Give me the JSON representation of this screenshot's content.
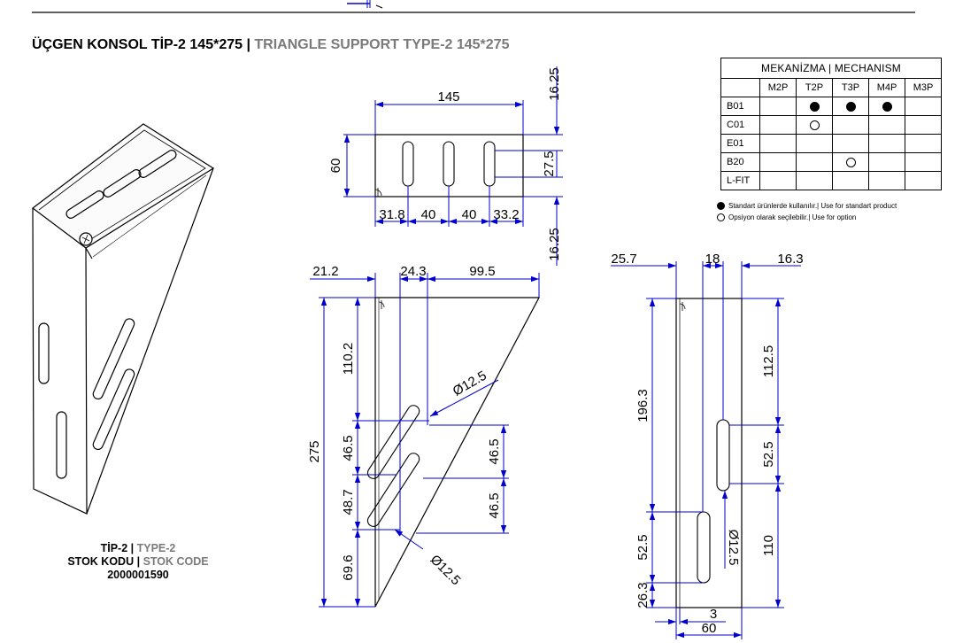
{
  "title": {
    "tr": "ÜÇGEN KONSOL TİP-2 145*275",
    "separator": " | ",
    "en": "TRIANGLE SUPPORT TYPE-2 145*275"
  },
  "mechanism_table": {
    "header": "MEKANİZMA | MECHANISM",
    "columns": [
      "M2P",
      "T2P",
      "T3P",
      "M4P",
      "M3P"
    ],
    "rows": [
      {
        "label": "B01",
        "cells": [
          "",
          "std",
          "std",
          "std",
          ""
        ]
      },
      {
        "label": "C01",
        "cells": [
          "",
          "opt",
          "",
          "",
          ""
        ]
      },
      {
        "label": "E01",
        "cells": [
          "",
          "",
          "",
          "",
          ""
        ]
      },
      {
        "label": "B20",
        "cells": [
          "",
          "",
          "opt",
          "",
          ""
        ]
      },
      {
        "label": "L-FIT",
        "cells": [
          "",
          "",
          "",
          "",
          ""
        ]
      }
    ]
  },
  "legend": {
    "standard": "Standart ürünlerde kullanılır.| Use for standart product",
    "optional": "Opsiyon olarak seçilebilir.| Use for option"
  },
  "stock": {
    "type_tr": "TİP-2",
    "type_en": "TYPE-2",
    "code_label_tr": "STOK KODU",
    "code_label_en": "STOK CODE",
    "separator": " | ",
    "code": "2000001590"
  },
  "dimensions": {
    "top_view": {
      "width": "145",
      "margin_top": "16.25",
      "margin_bottom": "16.25",
      "height": "60",
      "slot_length": "27.5",
      "offset_1": "31.8",
      "pitch_1": "40",
      "pitch_2": "40",
      "offset_2": "33.2"
    },
    "side_view": {
      "a": "21.2",
      "b": "24.3",
      "c": "99.5",
      "total_height": "275",
      "h1": "110.2",
      "h2": "46.5",
      "h3": "48.7",
      "h4": "69.6",
      "right_1": "46.5",
      "right_2": "46.5",
      "hole_top": "Ø12.5",
      "hole_bottom": "Ø12.5"
    },
    "back_view": {
      "a": "25.7",
      "b": "18",
      "c": "16.3",
      "h_left": "196.3",
      "h_left_slot": "52.5",
      "h_left_bottom": "26.3",
      "h_right_top": "112.5",
      "h_right_slot": "52.5",
      "h_right_bottom": "110",
      "hole": "Ø12.5",
      "thickness": "3",
      "width": "60"
    }
  },
  "colors": {
    "dimension": "#0000d0",
    "outline": "#000000",
    "title_en": "#7a7a7a"
  }
}
